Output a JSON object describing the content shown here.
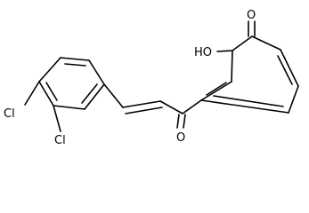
{
  "labels": {
    "carbonyl_oxygen_ring": "O",
    "hydroxyl": "HO",
    "carbonyl_oxygen_chain": "O",
    "chlorine_upper": "Cl",
    "chlorine_lower": "Cl"
  },
  "colors": {
    "bond": "#000000",
    "text": "#000000",
    "background": "#ffffff"
  }
}
